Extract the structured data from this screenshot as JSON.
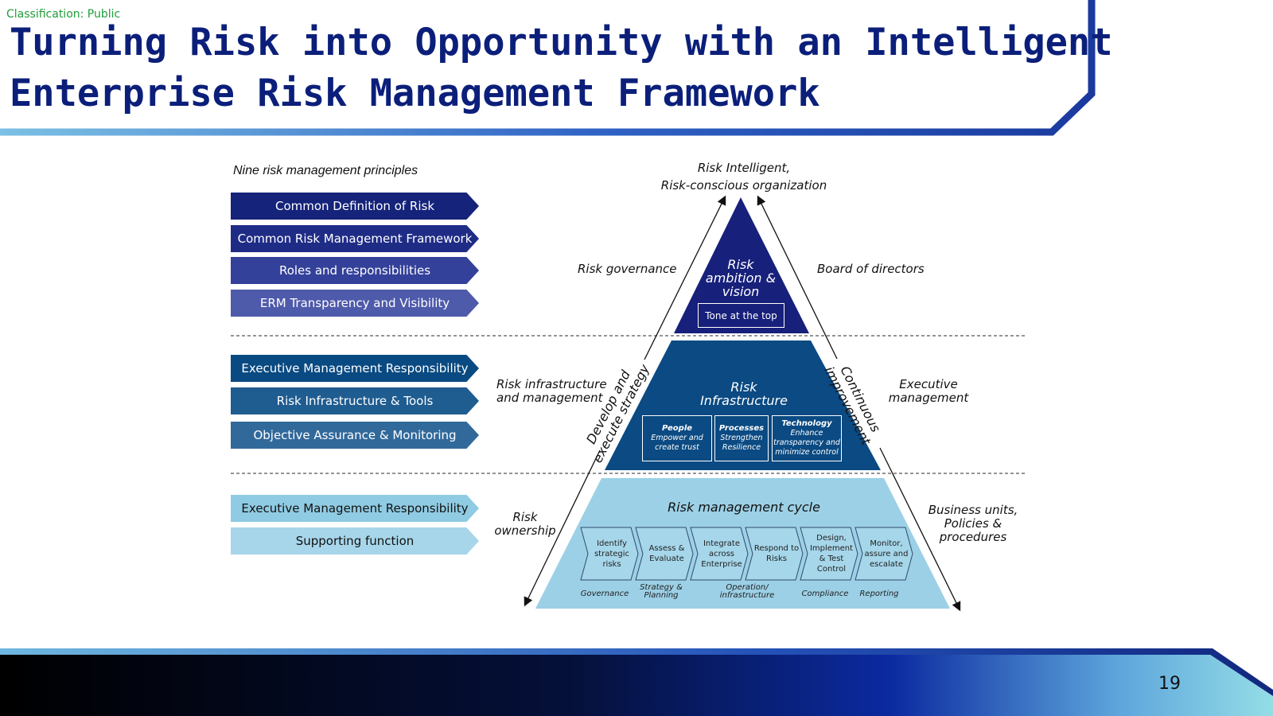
{
  "classification": "Classification: Public",
  "title_line1": "Turning Risk into Opportunity with an Intelligent",
  "title_line2": "Enterprise Risk Management Framework",
  "page_number": "19",
  "principles": {
    "header": "Nine risk management principles",
    "items": [
      {
        "label": "Common Definition of Risk",
        "color": "#15237a"
      },
      {
        "label": "Common Risk Management Framework",
        "color": "#1f2c86"
      },
      {
        "label": "Roles and responsibilities",
        "color": "#34419a"
      },
      {
        "label": "ERM Transparency and Visibility",
        "color": "#4e5aaa"
      },
      {
        "label": "Executive Management Responsibility",
        "color": "#0a4a82"
      },
      {
        "label": "Risk Infrastructure & Tools",
        "color": "#1f5c90"
      },
      {
        "label": "Objective Assurance & Monitoring",
        "color": "#31699b"
      },
      {
        "label": "Executive Management Responsibility",
        "color": "#8fcbe2"
      },
      {
        "label": "Supporting function",
        "color": "#a7d6ea"
      }
    ]
  },
  "pyramid": {
    "top_label": "Risk Intelligent,\nRisk-conscious organization",
    "left_labels": {
      "governance": "Risk governance",
      "infrastructure": "Risk infrastructure\nand management",
      "ownership": "Risk\nownership"
    },
    "right_labels": {
      "board": "Board of directors",
      "executive": "Executive\nmanagement",
      "business": "Business units,\nPolicies &\nprocedures"
    },
    "arrow_left_text": "Develop and\nexecute strategy",
    "arrow_right_text": "Continuous\nimprovement",
    "tier1": {
      "title": "Risk\nambition &\nvision",
      "box": "Tone at the top",
      "color": "#17207a"
    },
    "tier2": {
      "title": "Risk\nInfrastructure",
      "color": "#0b4a82",
      "boxes": [
        {
          "head": "People",
          "body": "Empower and\ncreate trust"
        },
        {
          "head": "Processes",
          "body": "Strengthen\nResilience"
        },
        {
          "head": "Technology",
          "body": "Enhance\ntransparency and\nminimize control"
        }
      ]
    },
    "tier3": {
      "title": "Risk management cycle",
      "color": "#9cd0e6",
      "steps": [
        "Identify\nstrategic\nrisks",
        "Assess &\nEvaluate",
        "Integrate\nacross\nEnterprise",
        "Respond to\nRisks",
        "Design,\nImplement\n& Test\nControl",
        "Monitor,\nassure and\nescalate"
      ],
      "categories": [
        "Governance",
        "Strategy &\nPlanning",
        "Operation/\ninfrastructure",
        "Compliance",
        "Reporting"
      ]
    }
  },
  "colors": {
    "title": "#0b1f7a",
    "accent_blue": "#1c3fae",
    "light_blue": "#5aa6d8",
    "footer_dark": "#000000",
    "footer_cyan": "#8fd8e6"
  }
}
